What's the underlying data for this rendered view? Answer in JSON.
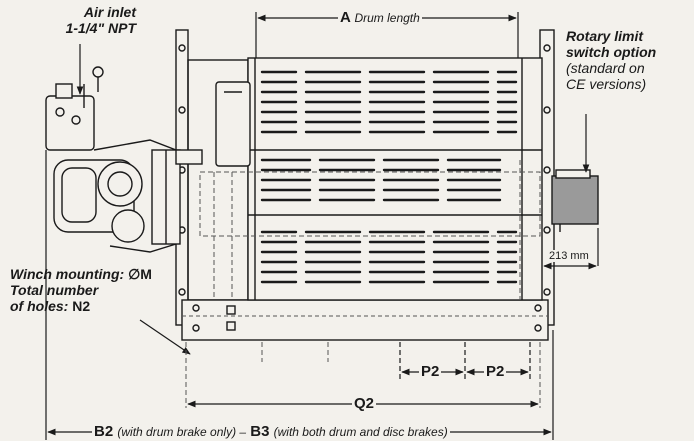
{
  "air_inlet": {
    "line1": "Air inlet",
    "line2": "1-1/4\" NPT"
  },
  "rotary_limit": {
    "line1": "Rotary limit",
    "line2": "switch option",
    "line3": "(standard on",
    "line4": "CE versions)"
  },
  "winch_mounting": {
    "line1_text": "Winch mounting: ",
    "line1_value": "∅M",
    "line2": "Total number",
    "line3_text": "of holes: ",
    "line3_value": "N2"
  },
  "dimensions": {
    "a_label": "A",
    "a_note": "Drum length",
    "side_offset": "213 mm",
    "p2_left": "P2",
    "p2_right": "P2",
    "q2": "Q2",
    "b2_label": "B2",
    "b2_note": "(with drum brake only) –",
    "b3_label": "B3",
    "b3_note": "(with both drum and disc brakes)"
  },
  "colors": {
    "background": "#f3f1ec",
    "line": "#1a1a1a",
    "dashed": "#555555",
    "gearbox_fill": "#9a9a9a"
  }
}
